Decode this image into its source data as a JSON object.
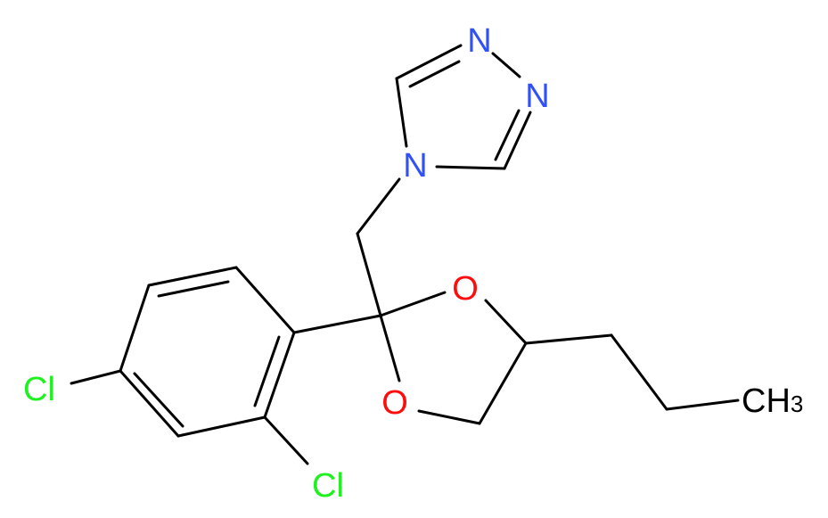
{
  "molecule": {
    "atoms": {
      "n_top": "N",
      "n_right": "N",
      "n_ring": "N",
      "o_upper": "O",
      "o_lower": "O",
      "cl_left": "Cl",
      "cl_bottom": "Cl",
      "methyl": "CH",
      "methyl_subscript": "3"
    },
    "colors": {
      "bond": "#000000",
      "nitrogen": "#3050F8",
      "oxygen": "#FF0D0D",
      "chlorine": "#1FF01F",
      "carbon": "#000000"
    }
  }
}
